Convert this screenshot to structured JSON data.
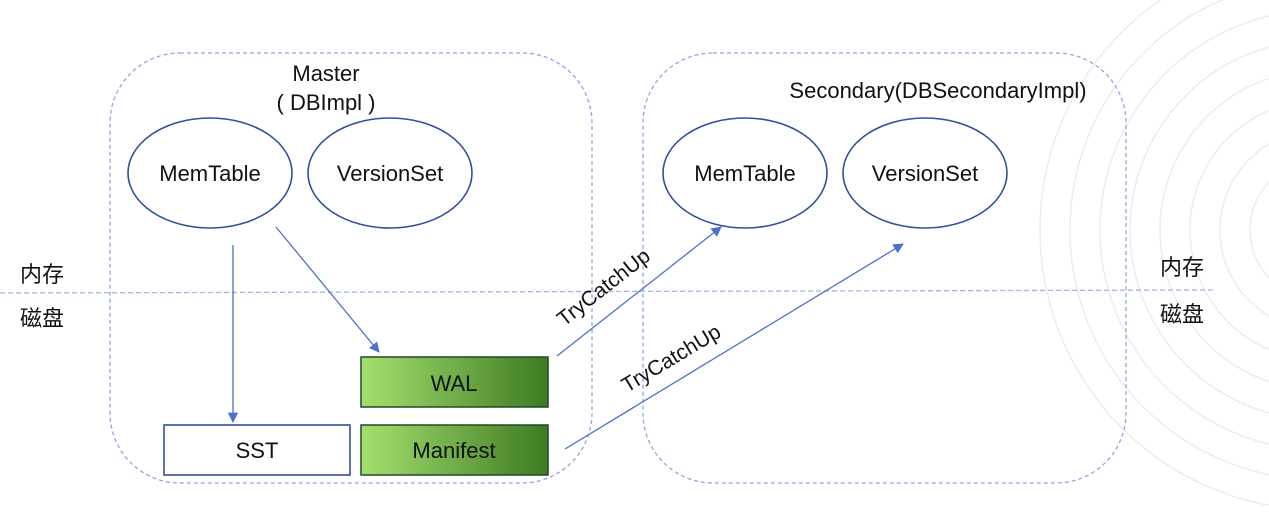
{
  "memory_disk_divider": {
    "left_top_label": "内存",
    "left_bottom_label": "磁盘",
    "right_top_label": "内存",
    "right_bottom_label": "磁盘"
  },
  "master": {
    "title_line1": "Master",
    "title_line2": "( DBImpl )",
    "memtable_label": "MemTable",
    "versionset_label": "VersionSet",
    "wal_label": "WAL",
    "manifest_label": "Manifest",
    "sst_label": "SST"
  },
  "secondary": {
    "title": "Secondary(DBSecondaryImpl)",
    "memtable_label": "MemTable",
    "versionset_label": "VersionSet"
  },
  "edges": {
    "wal_to_memtable_label": "TryCatchUp",
    "manifest_to_versionset_label": "TryCatchUp"
  },
  "colors": {
    "accent_blue": "#4E6FD0",
    "ellipse_stroke": "#2F4F9F",
    "green_light": "#9FDF6B",
    "green_dark": "#3F7F1F",
    "divider": "#9DB8E8"
  }
}
